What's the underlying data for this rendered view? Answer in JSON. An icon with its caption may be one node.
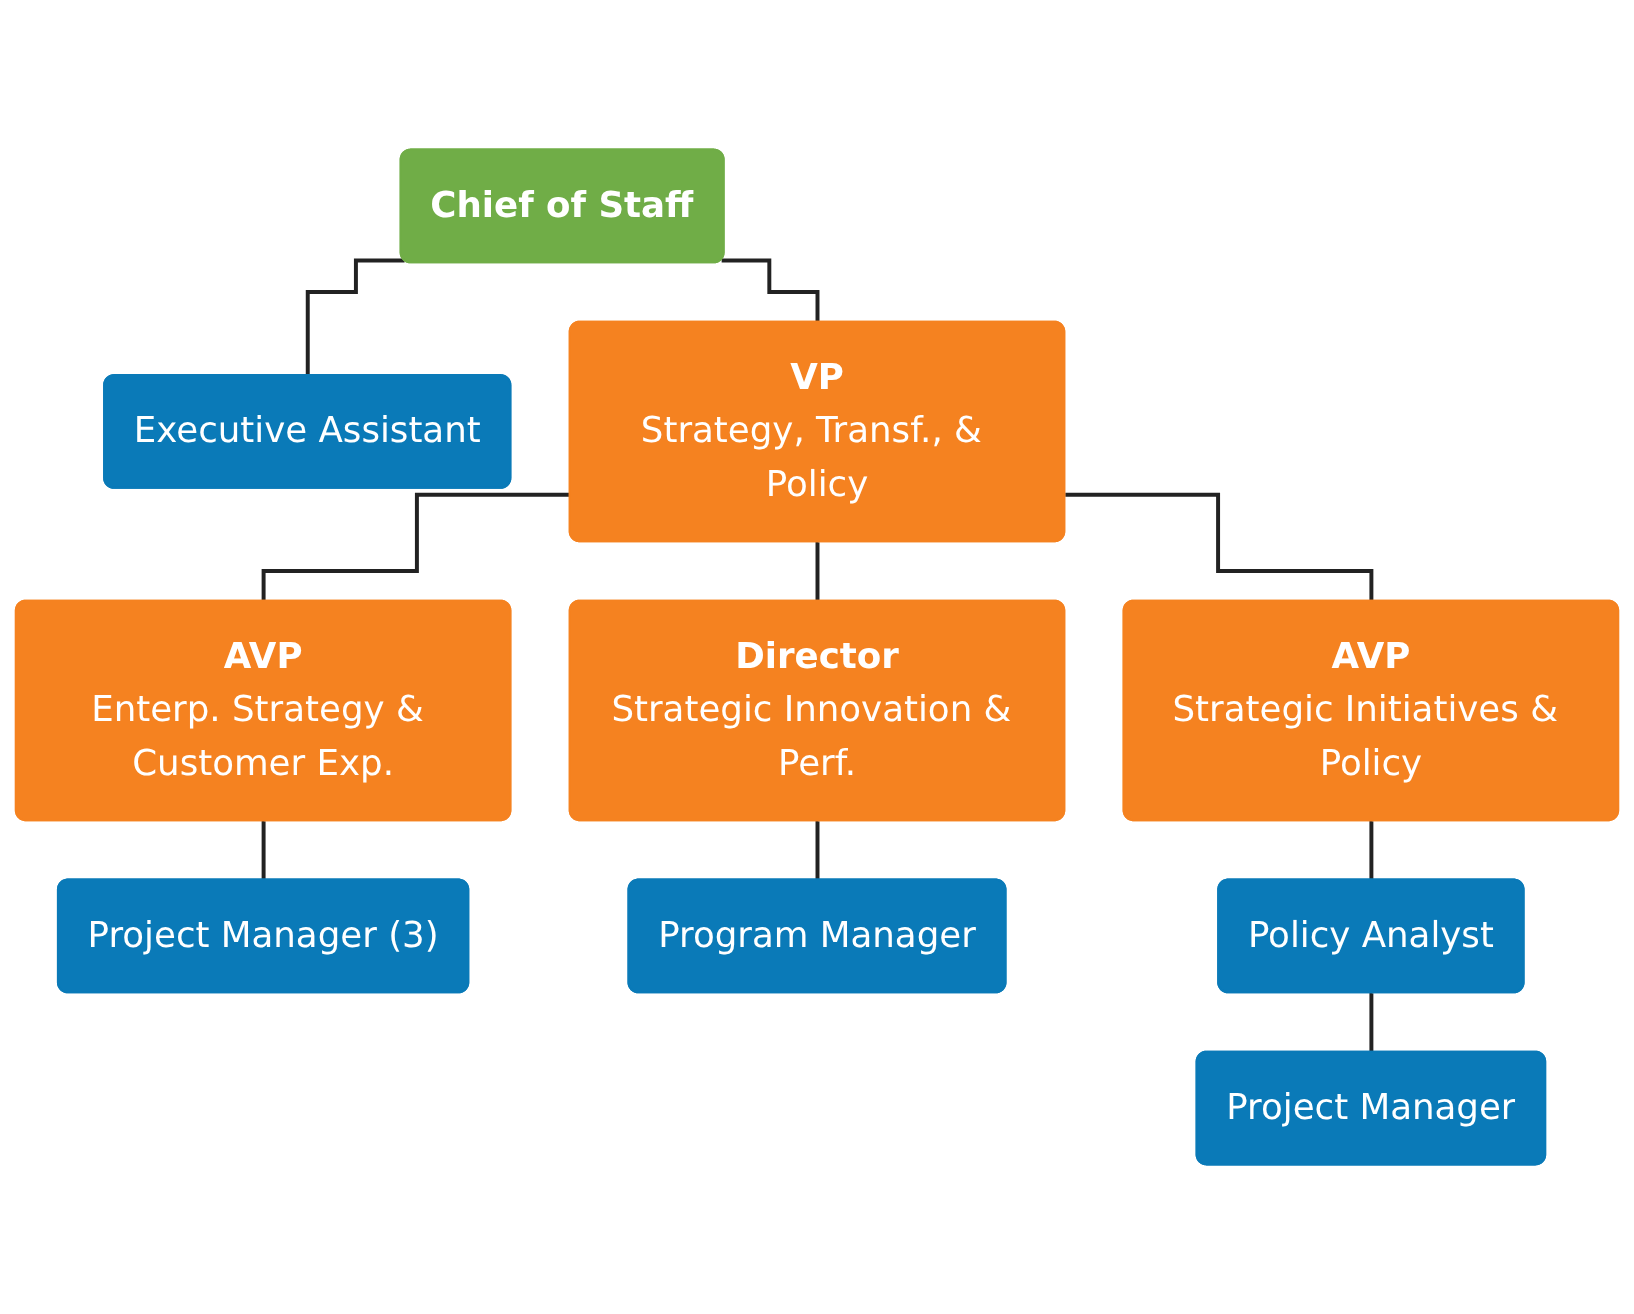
{
  "diagram": {
    "nodes": [
      {
        "text": [
          "Chief of Staff"
        ]
      },
      {
        "text": [
          "Executive Assistant"
        ]
      },
      {
        "text": [
          "VP",
          "Strategy, Transf., & Policy"
        ]
      },
      {
        "text": [
          "AVP",
          "Enterp. Strategy & Customer Exp."
        ]
      },
      {
        "text": [
          "Director",
          "Strategic Innovation & Perf."
        ]
      },
      {
        "text": [
          "AVP",
          "Strategic Initiatives & Policy"
        ]
      },
      {
        "text": [
          "Project Manager (3)"
        ]
      },
      {
        "text": [
          "Program Manager"
        ]
      },
      {
        "text": [
          "Policy Analyst"
        ]
      },
      {
        "text": [
          "Project Manager"
        ]
      }
    ],
    "edges": [
      {
        "from": 0,
        "to": 1,
        "arrow": "none"
      },
      {
        "from": 0,
        "to": 2,
        "arrow": "none"
      },
      {
        "from": 2,
        "to": 3,
        "arrow": "none"
      },
      {
        "from": 2,
        "to": 4,
        "arrow": "none"
      },
      {
        "from": 2,
        "to": 5,
        "arrow": "none"
      },
      {
        "from": 3,
        "to": 6,
        "arrow": "none"
      },
      {
        "from": 4,
        "to": 7,
        "arrow": "none"
      },
      {
        "from": 5,
        "to": 8,
        "arrow": "none"
      },
      {
        "from": 8,
        "to": 9,
        "arrow": "none"
      }
    ]
  }
}
